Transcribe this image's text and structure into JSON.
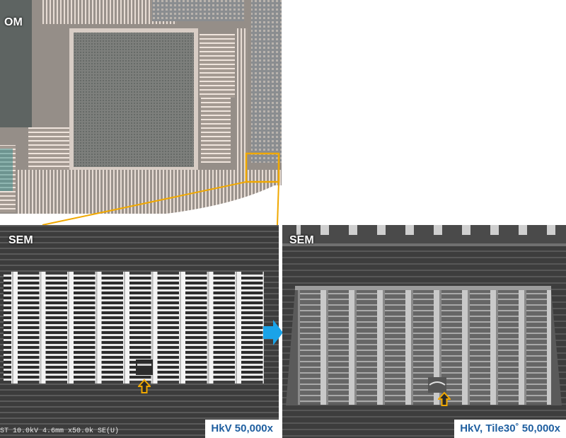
{
  "om_panel": {
    "label": "OM"
  },
  "sem_left": {
    "label": "SEM",
    "magnification": "HkV 50,000x",
    "instrument_info": "ST 10.0kV 4.6mm x50.0k SE(U)"
  },
  "sem_right": {
    "label": "SEM",
    "magnification": "HkV, Tile30˚ 50,000x"
  },
  "colors": {
    "highlight": "#f0a800",
    "arrow": "#1aa3e8",
    "magnification_text": "#1f5fa0"
  },
  "icons": {
    "transition": "arrow-right-icon",
    "defect_marker": "arrow-up-icon"
  }
}
